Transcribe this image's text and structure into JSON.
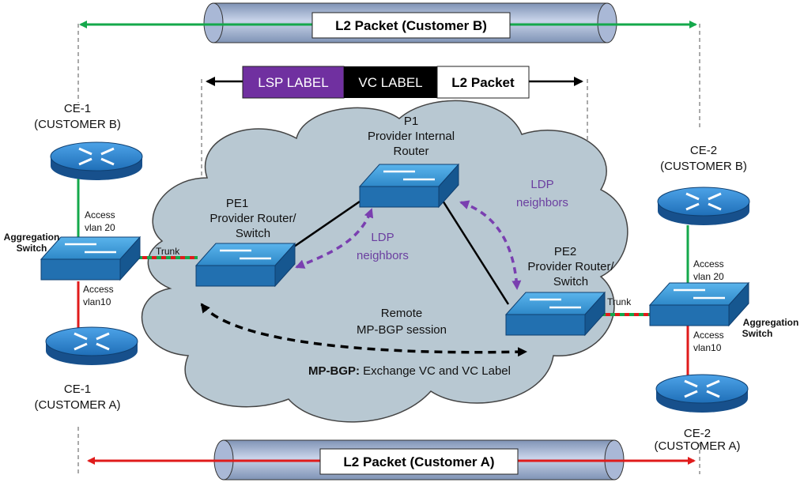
{
  "top_pipe": {
    "label": "L2 Packet (Customer B)",
    "line_color": "#14a84b"
  },
  "bottom_pipe": {
    "label": "L2 Packet (Customer A)",
    "line_color": "#e01b1b"
  },
  "header_stack": {
    "lsp": "LSP LABEL",
    "vc": "VC LABEL",
    "l2": "L2 Packet",
    "lsp_color": "#7030a0",
    "vc_color": "#000000"
  },
  "nodes": {
    "ce1_b": {
      "line1": "CE-1",
      "line2": "(CUSTOMER B)"
    },
    "ce1_a": {
      "line1": "CE-1",
      "line2": "(CUSTOMER A)"
    },
    "ce2_b": {
      "line1": "CE-2",
      "line2": "(CUSTOMER B)"
    },
    "ce2_a": {
      "line1": "CE-2",
      "line2": "(CUSTOMER A)"
    },
    "p1": {
      "line1": "P1",
      "line2": "Provider Internal",
      "line3": "Router"
    },
    "pe1": {
      "line1": "PE1",
      "line2": "Provider Router/",
      "line3": "Switch"
    },
    "pe2": {
      "line1": "PE2",
      "line2": "Provider Router/",
      "line3": "Switch"
    },
    "agg_left": {
      "line1": "Aggregation",
      "line2": "Switch"
    },
    "agg_right": {
      "line1": "Aggregation",
      "line2": "Switch"
    }
  },
  "links": {
    "left_access_top": {
      "line1": "Access",
      "line2": "vlan 20"
    },
    "left_access_bottom": {
      "line1": "Access",
      "line2": "vlan10"
    },
    "right_access_top": {
      "line1": "Access",
      "line2": "vlan 20"
    },
    "right_access_bottom": {
      "line1": "Access",
      "line2": "vlan10"
    },
    "left_trunk": "Trunk",
    "right_trunk": "Trunk"
  },
  "ldp_left": {
    "line1": "LDP",
    "line2": "neighbors"
  },
  "ldp_right": {
    "line1": "LDP",
    "line2": "neighbors"
  },
  "bgp_session": {
    "line1": "Remote",
    "line2": "MP-BGP session"
  },
  "bgp_note": {
    "prefix": "MP-BGP:",
    "rest": " Exchange VC and VC Label"
  },
  "colors": {
    "cloud": "#b8c8d2",
    "device_blue": "#2a86cc",
    "ldp_purple": "#7a3fb0"
  }
}
